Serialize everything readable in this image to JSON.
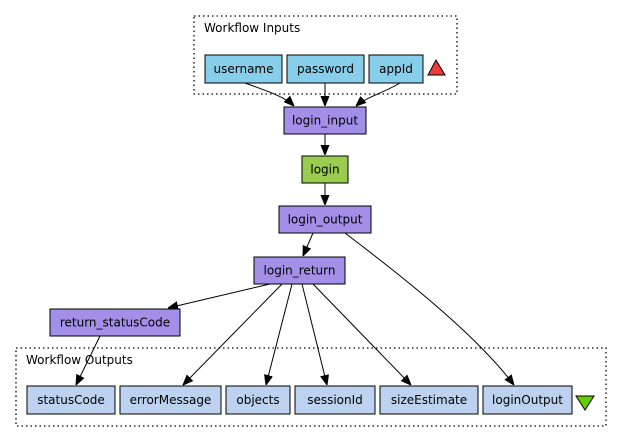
{
  "colors": {
    "input_port": "#87ceeb",
    "shim": "#a48fe8",
    "service": "#9acd4f",
    "output_port": "#bcd2ee",
    "input_marker": "#ee3b3b",
    "output_marker": "#66cd00"
  },
  "workflow_inputs": {
    "title": "Workflow Inputs",
    "marker_icon": "triangle-up-icon",
    "ports": [
      "username",
      "password",
      "appId"
    ]
  },
  "processors": {
    "login_input": "login_input",
    "login": "login",
    "login_output": "login_output",
    "login_return": "login_return",
    "return_statusCode": "return_statusCode"
  },
  "workflow_outputs": {
    "title": "Workflow Outputs",
    "marker_icon": "triangle-down-icon",
    "ports": [
      "statusCode",
      "errorMessage",
      "objects",
      "sessionId",
      "sizeEstimate",
      "loginOutput"
    ]
  },
  "links": [
    {
      "from": "username",
      "to": "login_input"
    },
    {
      "from": "password",
      "to": "login_input"
    },
    {
      "from": "appId",
      "to": "login_input"
    },
    {
      "from": "login_input",
      "to": "login"
    },
    {
      "from": "login",
      "to": "login_output"
    },
    {
      "from": "login_output",
      "to": "login_return"
    },
    {
      "from": "login_output",
      "to": "loginOutput"
    },
    {
      "from": "login_return",
      "to": "return_statusCode"
    },
    {
      "from": "login_return",
      "to": "errorMessage"
    },
    {
      "from": "login_return",
      "to": "objects"
    },
    {
      "from": "login_return",
      "to": "sessionId"
    },
    {
      "from": "login_return",
      "to": "sizeEstimate"
    },
    {
      "from": "return_statusCode",
      "to": "statusCode"
    }
  ]
}
